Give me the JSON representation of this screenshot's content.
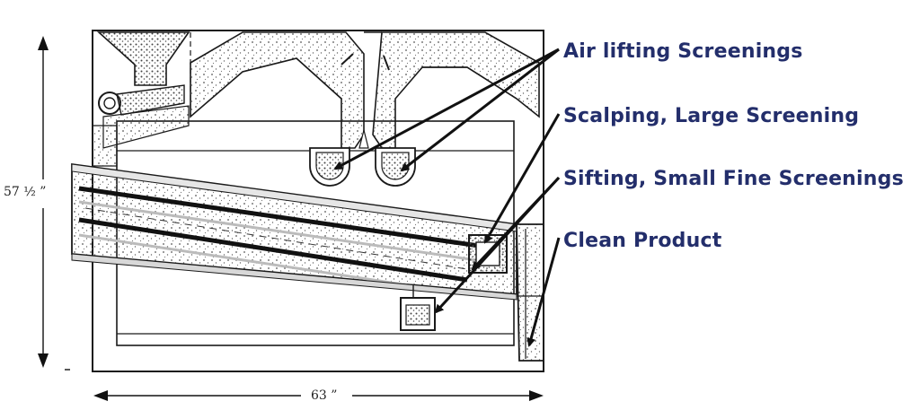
{
  "labels": {
    "air_lifting": "Air lifting Screenings",
    "scalping": "Scalping, Large Screening",
    "sifting": "Sifting, Small Fine Screenings",
    "clean_product": "Clean Product"
  },
  "dimensions": {
    "height": "57 ½ ”",
    "width": "63 ”"
  },
  "colors": {
    "label_text": "#232e6b",
    "line": "#1a1a1a",
    "stipple": "#555555"
  }
}
